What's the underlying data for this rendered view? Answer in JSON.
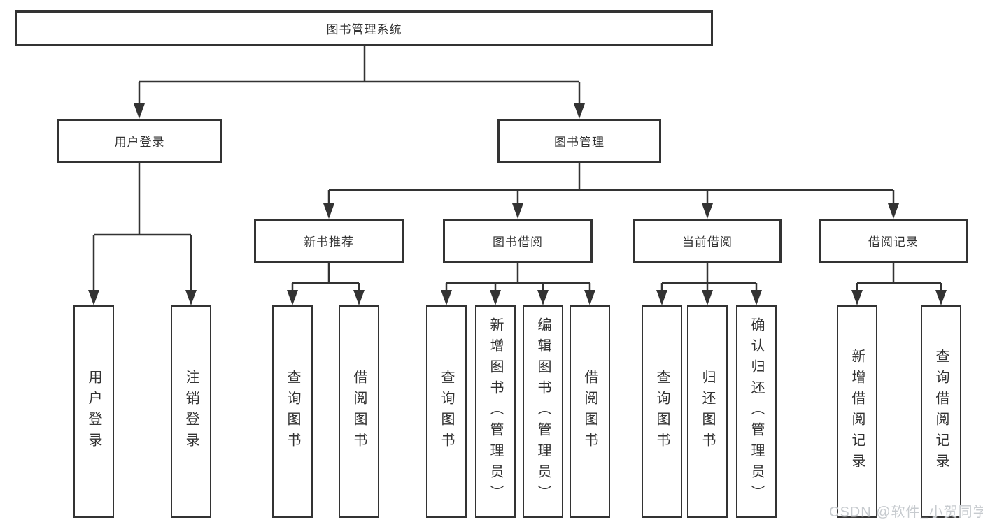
{
  "diagram": {
    "type": "hierarchy-flowchart",
    "root": {
      "label": "图书管理系统"
    },
    "level2": [
      {
        "label": "用户登录",
        "children": [
          "用户登录",
          "注销登录"
        ]
      },
      {
        "label": "图书管理",
        "children": [
          "新书推荐",
          "图书借阅",
          "当前借阅",
          "借阅记录"
        ]
      }
    ],
    "level3": [
      {
        "label": "新书推荐",
        "children": [
          "查询图书",
          "借阅图书"
        ]
      },
      {
        "label": "图书借阅",
        "children": [
          "查询图书",
          "新增图书（管理员）",
          "编辑图书（管理员）",
          "借阅图书"
        ]
      },
      {
        "label": "当前借阅",
        "children": [
          "查询图书",
          "归还图书",
          "确认归还（管理员）"
        ]
      },
      {
        "label": "借阅记录",
        "children": [
          "新增借阅记录",
          "查询借阅记录"
        ]
      }
    ],
    "leaves": [
      "用户登录",
      "注销登录",
      "查询图书",
      "借阅图书",
      "查询图书",
      "新增图书（管理员）",
      "编辑图书（管理员）",
      "借阅图书",
      "查询图书",
      "归还图书",
      "确认归还（管理员）",
      "新增借阅记录",
      "查询借阅记录"
    ]
  },
  "watermark": {
    "text": "CSDN @软件_小贺同学"
  },
  "colors": {
    "line": "#333333",
    "text": "#333333",
    "box_fill": "#ffffff",
    "background": "#ffffff",
    "watermark": "#c4c8cc"
  }
}
